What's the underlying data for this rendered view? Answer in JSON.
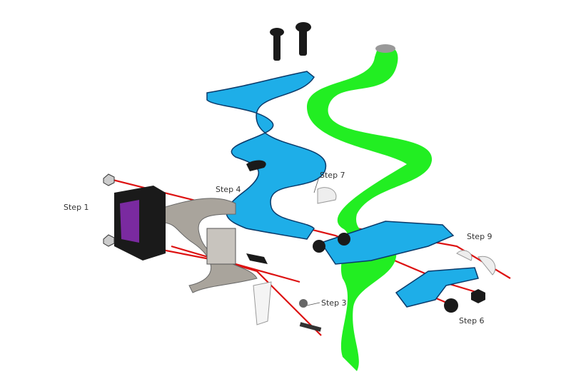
{
  "labels": {
    "step1": "Step 1",
    "step3": "Step 3",
    "step4": "Step 4",
    "step6": "Step 6",
    "step7": "Step 7",
    "step9": "Step 9"
  },
  "colors": {
    "blue": "#1eaee8",
    "green": "#22ee22",
    "red": "#dd1111",
    "grey": "#a9a49c",
    "purple": "#7a2aa0",
    "dark": "#1a1a1a"
  }
}
